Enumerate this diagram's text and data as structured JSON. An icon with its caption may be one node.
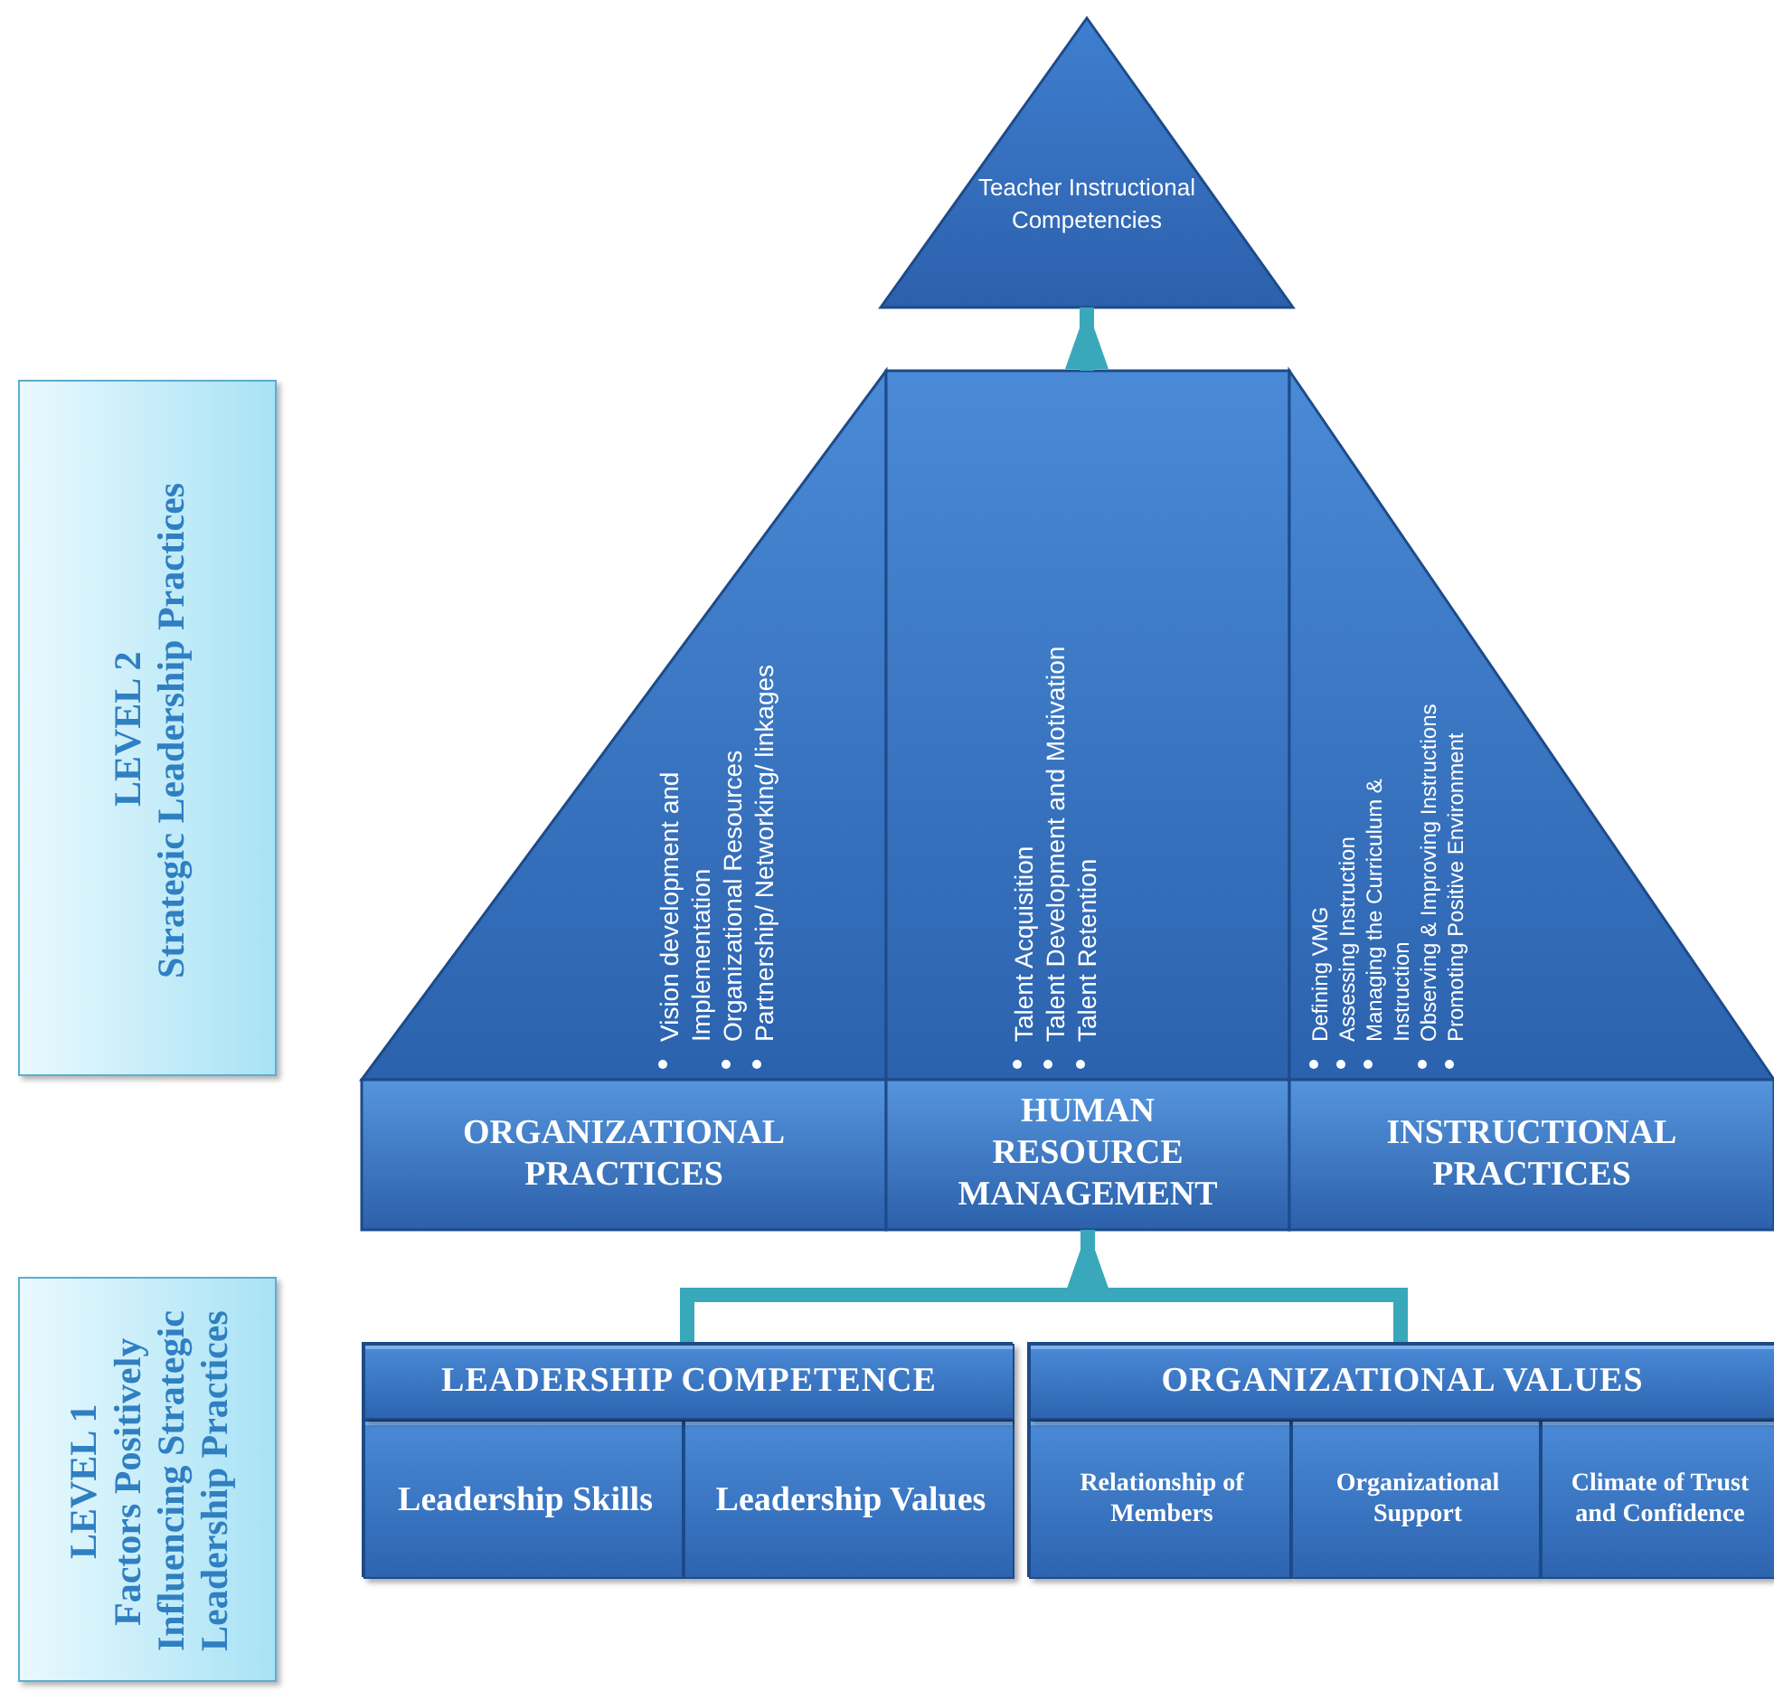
{
  "diagram": {
    "nodes": [
      {
        "text": [
          "Teacher Instructional Competencies"
        ]
      },
      {
        "text": [
          "LEVEL 2",
          "Strategic Leadership Practices"
        ]
      },
      {
        "text": [
          "Vision development and Implementation",
          "Organizational Resources",
          "Partnership/ Networking/ linkages",
          "ORGANIZATIONAL PRACTICES"
        ]
      },
      {
        "text": [
          "Talent Acquisition",
          "Talent Development and Motivation",
          "Talent Retention",
          "HUMAN RESOURCE MANAGEMENT"
        ]
      },
      {
        "text": [
          "Defining VMG",
          "Assessing Instruction",
          "Managing the Curriculum & Instruction",
          "Observing & Improving Instructions",
          "Promoting Positive Environment",
          "INSTRUCTIONAL PRACTICES"
        ]
      },
      {
        "text": [
          "LEVEL 1",
          "Factors Positively Influencing Strategic Leadership Practices"
        ]
      },
      {
        "text": [
          "LEADERSHIP COMPETENCE"
        ]
      },
      {
        "text": [
          "Leadership Skills"
        ],
        "in": 6
      },
      {
        "text": [
          "Leadership Values"
        ],
        "in": 6
      },
      {
        "text": [
          "ORGANIZATIONAL VALUES"
        ]
      },
      {
        "text": [
          "Relationship of Members"
        ],
        "in": 9
      },
      {
        "text": [
          "Organizational Support"
        ],
        "in": 9
      },
      {
        "text": [
          "Climate of Trust and Confidence"
        ],
        "in": 9
      }
    ],
    "edges": [
      {
        "from": 3,
        "to": 0,
        "arrow": "to"
      },
      {
        "from": 6,
        "to": 3,
        "arrow": "to"
      },
      {
        "from": 9,
        "to": 3,
        "arrow": "to"
      }
    ]
  }
}
